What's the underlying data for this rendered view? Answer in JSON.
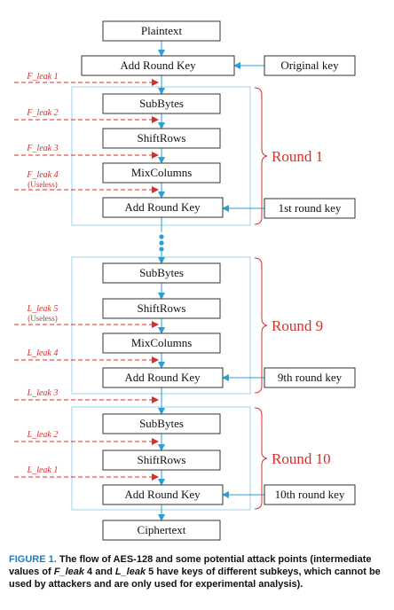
{
  "boxes": {
    "plaintext": "Plaintext",
    "add_round_key_initial": "Add Round Key",
    "original_key": "Original key",
    "r1_subbytes": "SubBytes",
    "r1_shiftrows": "ShiftRows",
    "r1_mixcolumns": "MixColumns",
    "r1_add_round_key": "Add Round Key",
    "r1_round_key": "1st  round key",
    "r9_subbytes": "SubBytes",
    "r9_shiftrows": "ShiftRows",
    "r9_mixcolumns": "MixColumns",
    "r9_add_round_key": "Add Round Key",
    "r9_round_key": "9th  round key",
    "r10_subbytes": "SubBytes",
    "r10_shiftrows": "ShiftRows",
    "r10_add_round_key": "Add Round Key",
    "r10_round_key": "10th  round key",
    "ciphertext": "Ciphertext"
  },
  "rounds": {
    "round1": "Round 1",
    "round9": "Round 9",
    "round10": "Round 10"
  },
  "leaks": {
    "f_leak_1": "F_leak 1",
    "f_leak_2": "F_leak 2",
    "f_leak_3": "F_leak 3",
    "f_leak_4": "F_leak 4",
    "f_leak_4_note": "(Useless)",
    "l_leak_5": "L_leak 5",
    "l_leak_5_note": "(Useless)",
    "l_leak_4": "L_leak 4",
    "l_leak_3": "L_leak 3",
    "l_leak_2": "L_leak 2",
    "l_leak_1": "L_leak 1"
  },
  "caption": {
    "label": "FIGURE 1.",
    "text_1": " The flow of AES-128 and some potential attack points (intermediate values of ",
    "leak_a": "F_leak",
    "text_2": " 4 and ",
    "leak_b": "L_leak",
    "text_3": " 5 have keys of different subkeys, which cannot be used by attackers and are only used for experimental analysis)."
  },
  "colors": {
    "flow_arrow": "#2a9fd6",
    "round_frame": "#9fd3ea",
    "leak_red": "#d0312d",
    "box_border": "#333333",
    "caption_label": "#1a7fc1"
  }
}
